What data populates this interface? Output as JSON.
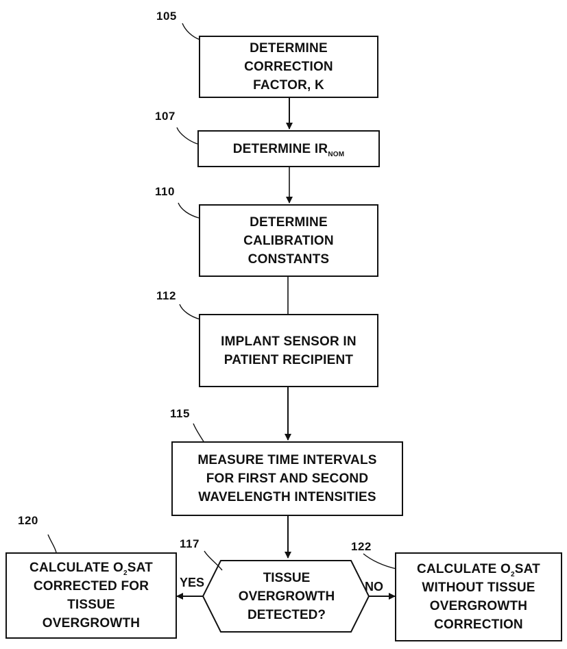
{
  "nodes": {
    "n105": {
      "ref": "105",
      "text": "DETERMINE\nCORRECTION\nFACTOR, K"
    },
    "n107": {
      "ref": "107",
      "text_main": "DETERMINE IR",
      "text_sub": "NOM"
    },
    "n110": {
      "ref": "110",
      "text": "DETERMINE\nCALIBRATION\nCONSTANTS"
    },
    "n112": {
      "ref": "112",
      "text": "IMPLANT SENSOR IN\nPATIENT RECIPIENT"
    },
    "n115": {
      "ref": "115",
      "text": "MEASURE TIME INTERVALS\nFOR FIRST AND SECOND\nWAVELENGTH INTENSITIES"
    },
    "n117": {
      "ref": "117",
      "text": "TISSUE\nOVERGROWTH\nDETECTED?"
    },
    "n120": {
      "ref": "120",
      "line1_a": "CALCULATE O",
      "line1_sub": "2",
      "line1_b": "SAT",
      "rest": "CORRECTED FOR\nTISSUE\nOVERGROWTH"
    },
    "n122": {
      "ref": "122",
      "line1_a": "CALCULATE O",
      "line1_sub": "2",
      "line1_b": "SAT",
      "rest": "WITHOUT TISSUE\nOVERGROWTH\nCORRECTION"
    }
  },
  "edges": {
    "yes_label": "YES",
    "no_label": "NO"
  }
}
